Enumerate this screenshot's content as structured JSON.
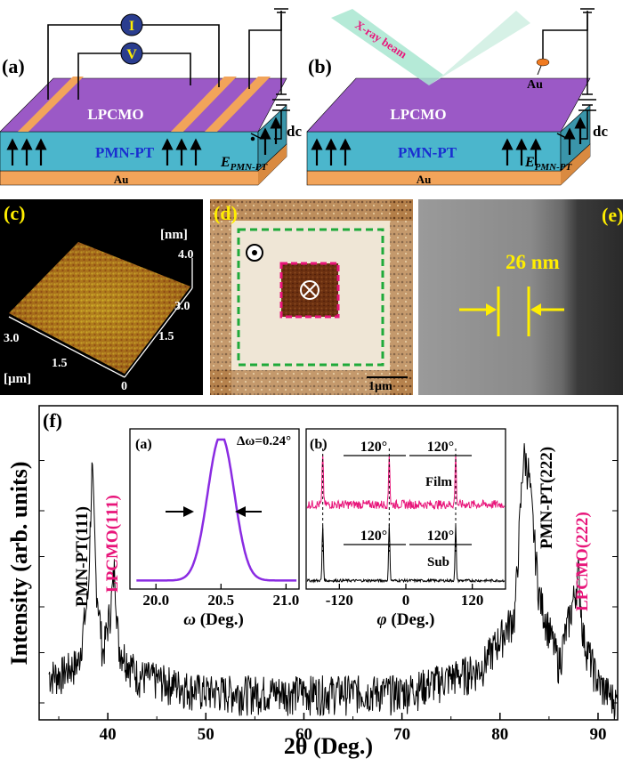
{
  "panels": {
    "a": {
      "label": "(a)",
      "film": "LPCMO",
      "substrate": "PMN-PT",
      "electrode": "Au",
      "current_probe": "I",
      "voltage_probe": "V",
      "source": "dc",
      "field_label_main": "E",
      "field_label_sub": "PMN-PT"
    },
    "b": {
      "label": "(b)",
      "film": "LPCMO",
      "substrate": "PMN-PT",
      "electrode": "Au",
      "top_contact": "Au",
      "beam": "X-ray beam",
      "source": "dc",
      "field_label_main": "E",
      "field_label_sub": "PMN-PT"
    },
    "c": {
      "label": "(c)",
      "z_unit": "[nm]",
      "z_max": "4.0",
      "x_ticks": [
        "3.0",
        "1.5",
        "0"
      ],
      "y_ticks": [
        "3.0",
        "1.5"
      ],
      "xy_unit": "[µm]"
    },
    "d": {
      "label": "(d)",
      "scale_bar": "1µm",
      "out_of_plane_symbol": "⊙",
      "into_plane_symbol": "⊗"
    },
    "e": {
      "label": "(e)",
      "thickness": "26 nm"
    },
    "f": {
      "label": "(f)",
      "ylabel": "Intensity (arb. units)",
      "xlabel": "2θ (Deg.)",
      "x_ticks": [
        "40",
        "50",
        "60",
        "70",
        "80",
        "90"
      ],
      "peak_labels": {
        "pmn111": "PMN-PT(111)",
        "lpcmo111": "LPCMO(111)",
        "pmn222": "PMN-PT(222)",
        "lpcmo222": "LPCMO(222)"
      },
      "inset_a": {
        "label": "(a)",
        "fwhm": "Δω=0.24°",
        "x_ticks": [
          "20.0",
          "20.5",
          "21.0"
        ],
        "xlabel_sym": "ω",
        "xlabel_unit": " (Deg.)"
      },
      "inset_b": {
        "label": "(b)",
        "film_label": "Film",
        "sub_label": "Sub",
        "spacing_labels": [
          "120°",
          "120°",
          "120°",
          "120°"
        ],
        "x_ticks": [
          "-120",
          "0",
          "120"
        ],
        "xlabel_sym": "φ",
        "xlabel_unit": " (Deg.)"
      }
    }
  },
  "colors": {
    "film": "#9b59c6",
    "substrate": "#4bb6cc",
    "electrode": "#f2a45a",
    "magenta": "#e8157a",
    "purple_curve": "#8a2be2",
    "yellow": "#ffee00",
    "blue_text": "#1a2fd0"
  },
  "chart_data": [
    {
      "type": "line",
      "title": "",
      "xlabel": "2θ (Deg.)",
      "ylabel": "Intensity (arb. units)",
      "xlim": [
        33,
        92
      ],
      "yscale": "log",
      "x": [
        35,
        37,
        38.0,
        38.4,
        38.8,
        39.5,
        40.3,
        40.7,
        41.1,
        43,
        50,
        60,
        70,
        78,
        81.5,
        82.4,
        82.9,
        84,
        86,
        87.6,
        88.0,
        88.5,
        90,
        92
      ],
      "y": [
        6,
        8,
        40,
        900,
        60,
        10,
        30,
        80,
        12,
        6,
        4,
        4,
        4,
        7,
        25,
        1200,
        800,
        40,
        8,
        40,
        70,
        15,
        5,
        3
      ],
      "annotations": [
        "PMN-PT(111)",
        "LPCMO(111)",
        "PMN-PT(222)",
        "LPCMO(222)"
      ]
    },
    {
      "type": "line",
      "title": "",
      "xlabel": "ω (Deg.)",
      "ylabel": "",
      "xlim": [
        19.8,
        21.1
      ],
      "x": [
        19.9,
        20.1,
        20.25,
        20.35,
        20.45,
        20.5,
        20.55,
        20.65,
        20.75,
        20.9,
        21.05
      ],
      "y": [
        0.02,
        0.04,
        0.2,
        0.6,
        0.95,
        1.0,
        0.95,
        0.6,
        0.2,
        0.04,
        0.02
      ],
      "annotations": [
        "Δω=0.24°"
      ]
    },
    {
      "type": "line",
      "title": "",
      "xlabel": "φ (Deg.)",
      "ylabel": "",
      "xlim": [
        -180,
        180
      ],
      "series": [
        {
          "name": "Film",
          "peaks": [
            -150,
            -30,
            90
          ]
        },
        {
          "name": "Sub",
          "peaks": [
            -150,
            -30,
            90
          ]
        }
      ],
      "annotations": [
        "120°",
        "120°",
        "120°",
        "120°"
      ]
    }
  ]
}
